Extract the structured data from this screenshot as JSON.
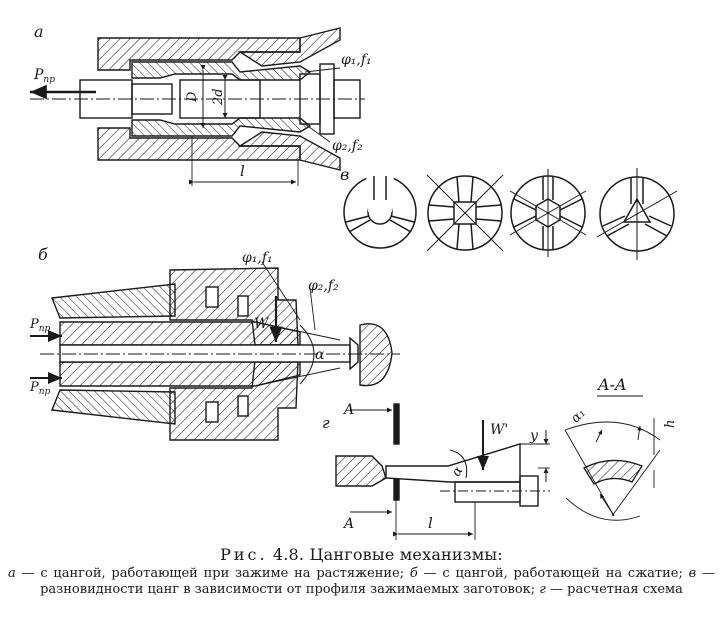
{
  "labels": {
    "a": "а",
    "b": "б",
    "v": "в",
    "g": "г",
    "p_pr": "P",
    "pr": "пр",
    "phi1f1": "φ₁,f₁",
    "phi2f2": "φ₂,f₂",
    "phi1f1_b": "φ₁,f₁",
    "phi2f2_b": "φ₂,f₂",
    "D": "D",
    "d": "2d",
    "l": "l",
    "W": "W",
    "alpha": "α",
    "Wprime": "W'",
    "y": "y",
    "A": "A",
    "section": "A-A",
    "alpha1": "α₁",
    "h": "h",
    "l_g": "l"
  },
  "caption": {
    "prefix": "Рис.",
    "number": "4.8.",
    "title": "Цанговые механизмы:",
    "a_letter": "а",
    "a_text": " — с цангой, работающей при зажиме на растяжение; ",
    "b_letter": "б",
    "b_text": " — с цангой, работающей на сжатие; ",
    "v_letter": "в",
    "v_text": " — разновидности цанг в зависимости от профиля зажимаемых заготовок; ",
    "g_letter": "г",
    "g_text": " — расчетная схема"
  }
}
